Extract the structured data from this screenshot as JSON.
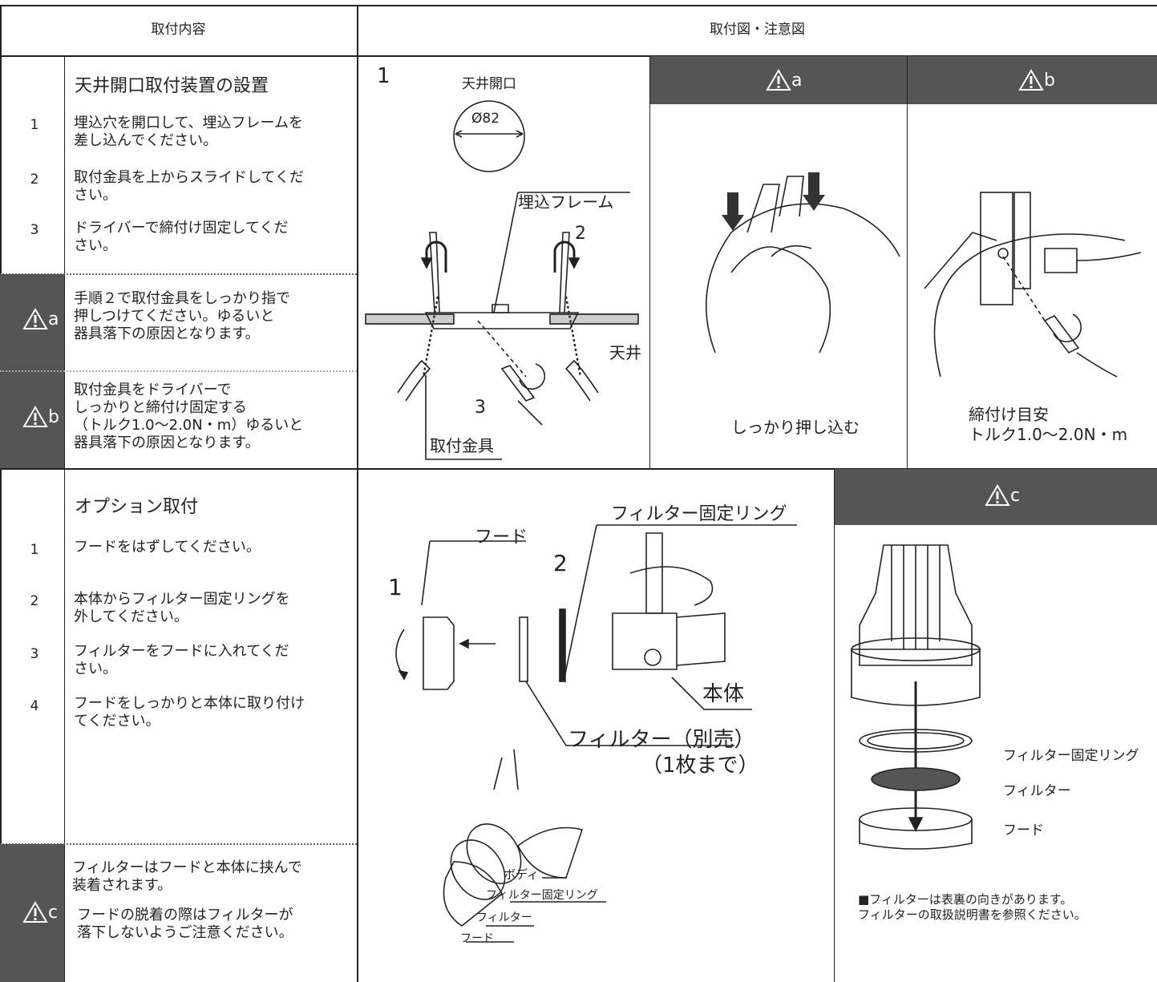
{
  "header": {
    "left": "取付内容",
    "right": "取付図・注意図"
  },
  "section1": {
    "title": "天井開口取付装置の設置",
    "steps": [
      {
        "num": "1",
        "text": "埋込穴を開口して、埋込フレームを\n差し込んでください。"
      },
      {
        "num": "2",
        "text": "取付金具を上からスライドしてくだ\nさい。"
      },
      {
        "num": "3",
        "text": "ドライバーで締付け固定してくだ\nさい。"
      }
    ],
    "caution_a": {
      "mark": "a",
      "text": "手順２で取付金具をしっかり指で\n押しつけてください。ゆるいと\n器具落下の原因となります。"
    },
    "caution_b": {
      "mark": "b",
      "text": "取付金具をドライバーで\nしっかりと締付け固定する\n（トルク1.0〜2.0N・m）ゆるいと\n器具落下の原因となります。"
    },
    "fig1": {
      "num": "1",
      "opening_label": "天井開口",
      "diameter": "Ø82",
      "frame_label": "埋込フレーム",
      "step2": "2",
      "step3": "3",
      "ceiling_label": "天井",
      "bracket_label": "取付金具"
    },
    "panel_a": {
      "mark": "a",
      "caption": "しっかり押し込む"
    },
    "panel_b": {
      "mark": "b",
      "caption": "締付け目安\nトルク1.0〜2.0N・m"
    }
  },
  "section2": {
    "title": "オプション取付",
    "steps": [
      {
        "num": "1",
        "text": "フードをはずしてください。"
      },
      {
        "num": "2",
        "text": "本体からフィルター固定リングを\n外してください。"
      },
      {
        "num": "3",
        "text": "フィルターをフードに入れてくだ\nさい。"
      },
      {
        "num": "4",
        "text": "フードをしっかりと本体に取り付け\nてください。"
      }
    ],
    "caution_c": {
      "mark": "c",
      "text1": "フィルターはフードと本体に挟んで\n装着されます。",
      "text2": "フードの脱着の際はフィルターが\n落下しないようご注意ください。"
    },
    "fig2": {
      "hood": "フード",
      "ring": "フィルター固定リング",
      "n1": "1",
      "n2": "2",
      "body": "本体",
      "filter": "フィルター（別売）",
      "filter_note": "（1枚まで）",
      "exp_body": "ボディ",
      "exp_ring": "フィルター固定リング",
      "exp_filter": "フィルター",
      "exp_hood": "フード"
    },
    "panel_c": {
      "mark": "c",
      "ring": "フィルター固定リング",
      "filter": "フィルター",
      "hood": "フード",
      "note": "■フィルターは表裏の向きがあります。\nフィルターの取扱説明書を参照ください。"
    }
  }
}
